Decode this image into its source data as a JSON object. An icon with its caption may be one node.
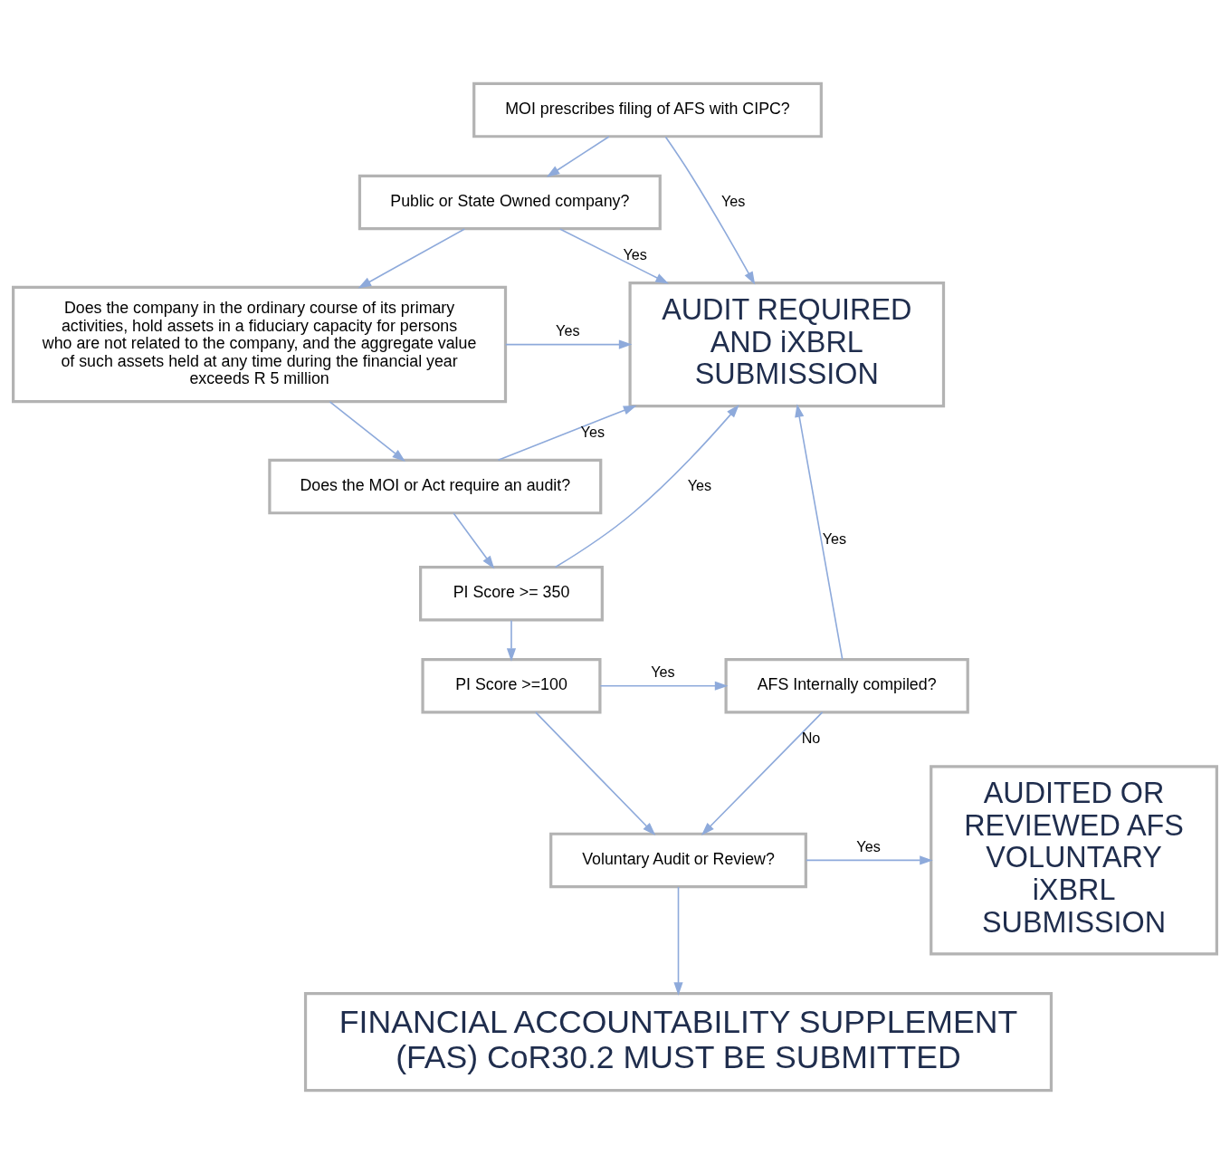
{
  "diagram": {
    "nodes": [
      {
        "text": [
          "MOI prescribes filing of AFS with CIPC?"
        ]
      },
      {
        "text": [
          "Public or State Owned company?"
        ]
      },
      {
        "text": [
          "Does the company in the ordinary course of its primary activities, hold assets in a fiduciary capacity for persons who are not related to the company, and the aggregate value of such assets held at any time during the financial year exceeds R 5 million"
        ]
      },
      {
        "text": [
          "Does the MOI or Act require an audit?"
        ]
      },
      {
        "text": [
          "PI Score >= 350"
        ]
      },
      {
        "text": [
          "PI Score >=100"
        ]
      },
      {
        "text": [
          "AFS Internally compiled?"
        ]
      },
      {
        "text": [
          "Voluntary Audit or Review?"
        ]
      },
      {
        "text": [
          "FINANCIAL ACCOUNTABILITY SUPPLEMENT (FAS) CoR30.2 MUST BE SUBMITTED"
        ]
      },
      {
        "text": [
          "AUDIT REQUIRED AND iXBRL SUBMISSION"
        ]
      },
      {
        "text": [
          "AUDITED OR REVIEWED AFS VOLUNTARY iXBRL SUBMISSION"
        ]
      }
    ],
    "edges": [
      {
        "from": 0,
        "to": 9,
        "arrow": "to",
        "label": "Yes"
      },
      {
        "from": 0,
        "to": 1,
        "arrow": "to"
      },
      {
        "from": 1,
        "to": 9,
        "arrow": "to",
        "label": "Yes"
      },
      {
        "from": 1,
        "to": 2,
        "arrow": "to"
      },
      {
        "from": 2,
        "to": 9,
        "arrow": "to",
        "label": "Yes"
      },
      {
        "from": 2,
        "to": 3,
        "arrow": "to"
      },
      {
        "from": 3,
        "to": 9,
        "arrow": "to",
        "label": "Yes"
      },
      {
        "from": 3,
        "to": 4,
        "arrow": "to"
      },
      {
        "from": 4,
        "to": 9,
        "arrow": "to",
        "label": "Yes"
      },
      {
        "from": 4,
        "to": 5,
        "arrow": "to"
      },
      {
        "from": 5,
        "to": 6,
        "arrow": "to",
        "label": "Yes"
      },
      {
        "from": 6,
        "to": 9,
        "arrow": "to",
        "label": "Yes"
      },
      {
        "from": 6,
        "to": 7,
        "arrow": "to",
        "label": "No"
      },
      {
        "from": 5,
        "to": 7,
        "arrow": "to"
      },
      {
        "from": 7,
        "to": 10,
        "arrow": "to",
        "label": "Yes"
      },
      {
        "from": 7,
        "to": 8,
        "arrow": "to"
      }
    ]
  }
}
